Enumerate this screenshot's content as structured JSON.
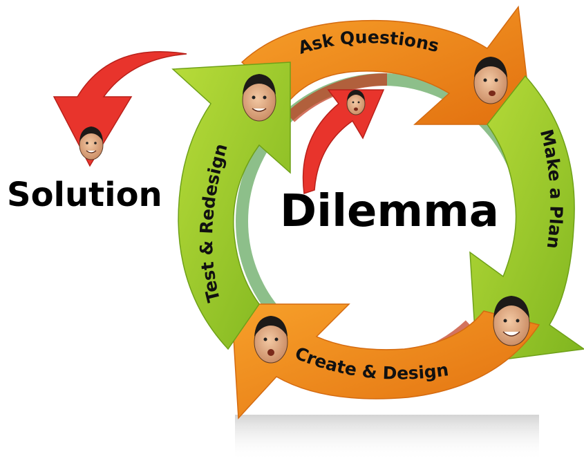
{
  "center_label": "Dilemma",
  "exit_label": "Solution",
  "stages": [
    {
      "label": "Ask Questions",
      "color": "#f08a1c"
    },
    {
      "label": "Make a Plan",
      "color": "#9ccd2c"
    },
    {
      "label": "Create & Design",
      "color": "#f08a1c"
    },
    {
      "label": "Test & Redesign",
      "color": "#9ccd2c"
    }
  ],
  "colors": {
    "orange": "#f08a1c",
    "green": "#9ccd2c",
    "red_arrow": "#e8342c",
    "text": "#111111"
  },
  "icons": [
    "face-icon"
  ]
}
